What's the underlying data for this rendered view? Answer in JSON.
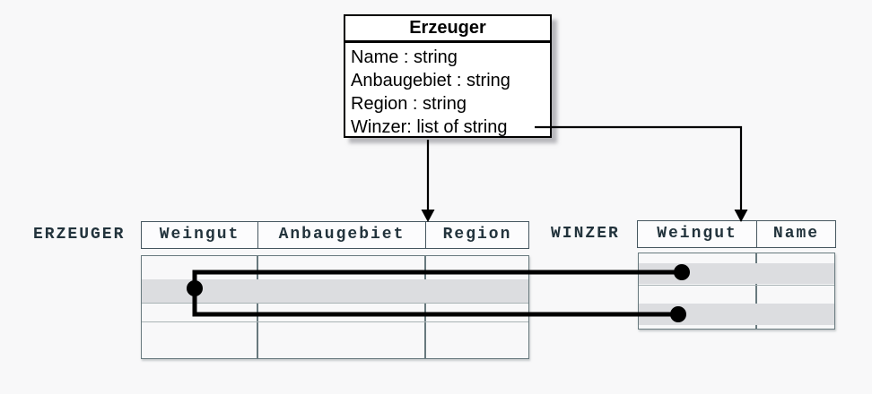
{
  "page": {
    "background": "#f8f8f9"
  },
  "class_box": {
    "title": "Erzeuger",
    "attributes": [
      "Name : string",
      "Anbaugebiet : string",
      "Region : string",
      "Winzer: list of string"
    ]
  },
  "tables": {
    "erzeuger": {
      "label": "ERZEUGER",
      "columns": [
        "Weingut",
        "Anbaugebiet",
        "Region"
      ],
      "body_rows": 4,
      "highlighted_row_index": 2
    },
    "winzer": {
      "label": "WINZER",
      "columns": [
        "Weingut",
        "Name"
      ],
      "body_rows": 4,
      "highlighted_row_indexes": [
        2,
        4
      ]
    }
  },
  "colors": {
    "background": "#f8f8f9",
    "header_border": "#45565f",
    "body_border": "#68797e",
    "row_line": "#a9b3b5",
    "row_highlight": "#dcdde0",
    "label_text": "#22333c",
    "class_box_text": "#000000",
    "connector": "#000000"
  }
}
